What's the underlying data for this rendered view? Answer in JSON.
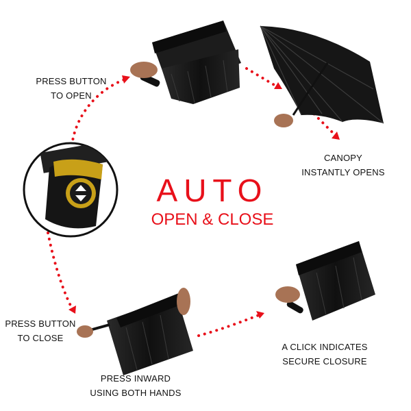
{
  "title": {
    "main": "AUTO",
    "sub": "OPEN & CLOSE"
  },
  "steps": [
    {
      "line1": "PRESS BUTTON",
      "line2": "TO OPEN"
    },
    {
      "line1": "CANOPY",
      "line2": "INSTANTLY OPENS"
    },
    {
      "line1": "A CLICK INDICATES",
      "line2": "SECURE CLOSURE"
    },
    {
      "line1": "PRESS INWARD",
      "line2": "USING BOTH HANDS"
    },
    {
      "line1": "PRESS BUTTON",
      "line2": "TO CLOSE"
    }
  ],
  "colors": {
    "accent": "#e8101a",
    "umbrella": "#141414",
    "button_ring": "#c8a018",
    "background": "#ffffff"
  },
  "icons": {
    "button": "up-down-arrow-icon"
  }
}
